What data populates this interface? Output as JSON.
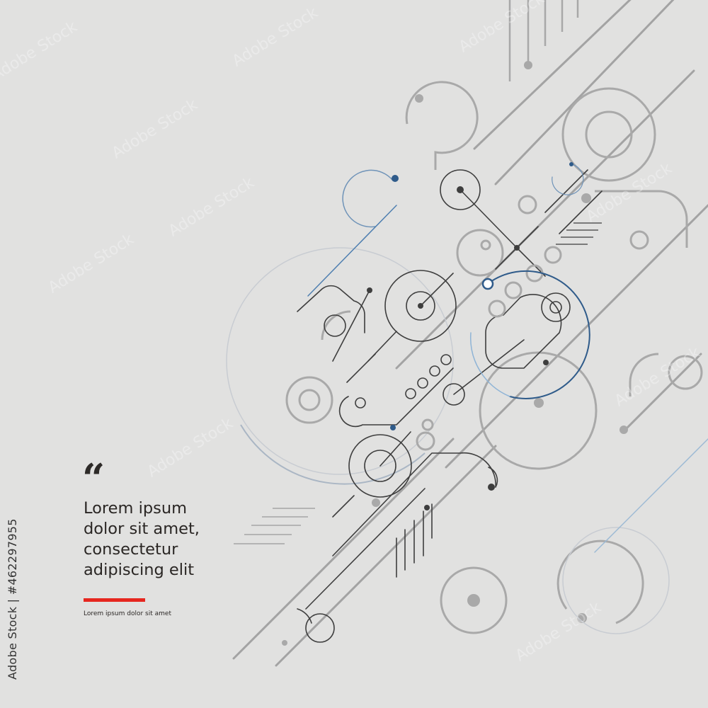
{
  "quote": {
    "mark": "“",
    "headline_lines": [
      "Lorem ipsum",
      "dolor sit amet,",
      "consectetur",
      "adipiscing elit"
    ],
    "subline": "Lorem ipsum dolor sit amet"
  },
  "stock_id": "Adobe Stock | #462297955",
  "watermark_text": "Adobe Stock",
  "colors": {
    "background": "#e1e1e0",
    "accent_red": "#e6261f",
    "text_dark": "#2a2624",
    "line_light": "#9a9a9a",
    "line_dark": "#3c3c3c",
    "accent_blue": "#2f5b8a",
    "accent_lightblue": "#8fb4d6"
  }
}
